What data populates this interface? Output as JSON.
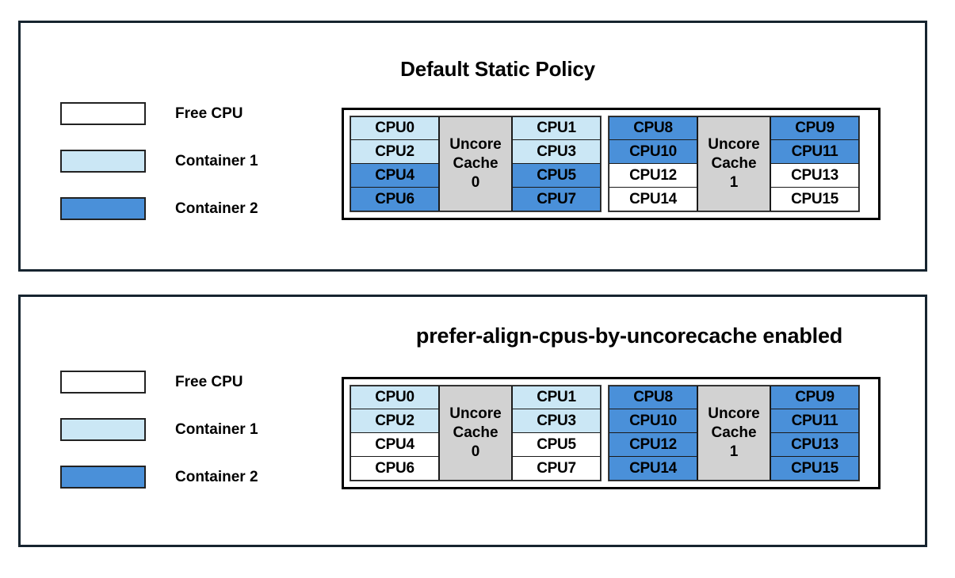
{
  "colors": {
    "free": "#ffffff",
    "container1": "#cbe7f5",
    "container2": "#4a90d9",
    "uncore": "#d2d2d2",
    "panel_border": "#16242f",
    "cell_border": "#1a1a1a"
  },
  "legend": {
    "items": [
      {
        "label": "Free CPU",
        "fill": "#ffffff"
      },
      {
        "label": "Container 1",
        "fill": "#cbe7f5"
      },
      {
        "label": "Container 2",
        "fill": "#4a90d9"
      }
    ]
  },
  "panels": [
    {
      "title": "Default Static Policy",
      "sockets": [
        {
          "uncore_line1": "Uncore",
          "uncore_line2": "Cache",
          "uncore_line3": "0",
          "left_column": [
            {
              "label": "CPU0",
              "state": "container1"
            },
            {
              "label": "CPU2",
              "state": "container1"
            },
            {
              "label": "CPU4",
              "state": "container2"
            },
            {
              "label": "CPU6",
              "state": "container2"
            }
          ],
          "right_column": [
            {
              "label": "CPU1",
              "state": "container1"
            },
            {
              "label": "CPU3",
              "state": "container1"
            },
            {
              "label": "CPU5",
              "state": "container2"
            },
            {
              "label": "CPU7",
              "state": "container2"
            }
          ]
        },
        {
          "uncore_line1": "Uncore",
          "uncore_line2": "Cache",
          "uncore_line3": "1",
          "left_column": [
            {
              "label": "CPU8",
              "state": "container2"
            },
            {
              "label": "CPU10",
              "state": "container2"
            },
            {
              "label": "CPU12",
              "state": "free"
            },
            {
              "label": "CPU14",
              "state": "free"
            }
          ],
          "right_column": [
            {
              "label": "CPU9",
              "state": "container2"
            },
            {
              "label": "CPU11",
              "state": "container2"
            },
            {
              "label": "CPU13",
              "state": "free"
            },
            {
              "label": "CPU15",
              "state": "free"
            }
          ]
        }
      ]
    },
    {
      "title": "prefer-align-cpus-by-uncorecache enabled",
      "sockets": [
        {
          "uncore_line1": "Uncore",
          "uncore_line2": "Cache",
          "uncore_line3": "0",
          "left_column": [
            {
              "label": "CPU0",
              "state": "container1"
            },
            {
              "label": "CPU2",
              "state": "container1"
            },
            {
              "label": "CPU4",
              "state": "free"
            },
            {
              "label": "CPU6",
              "state": "free"
            }
          ],
          "right_column": [
            {
              "label": "CPU1",
              "state": "container1"
            },
            {
              "label": "CPU3",
              "state": "container1"
            },
            {
              "label": "CPU5",
              "state": "free"
            },
            {
              "label": "CPU7",
              "state": "free"
            }
          ]
        },
        {
          "uncore_line1": "Uncore",
          "uncore_line2": "Cache",
          "uncore_line3": "1",
          "left_column": [
            {
              "label": "CPU8",
              "state": "container2"
            },
            {
              "label": "CPU10",
              "state": "container2"
            },
            {
              "label": "CPU12",
              "state": "container2"
            },
            {
              "label": "CPU14",
              "state": "container2"
            }
          ],
          "right_column": [
            {
              "label": "CPU9",
              "state": "container2"
            },
            {
              "label": "CPU11",
              "state": "container2"
            },
            {
              "label": "CPU13",
              "state": "container2"
            },
            {
              "label": "CPU15",
              "state": "container2"
            }
          ]
        }
      ]
    }
  ]
}
